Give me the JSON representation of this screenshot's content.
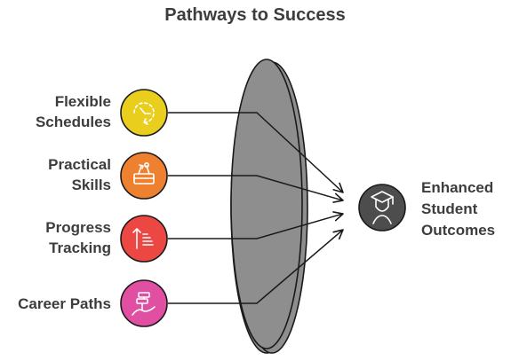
{
  "title": "Pathways to Success",
  "inputs": [
    {
      "label_lines": [
        "Flexible",
        "Schedules"
      ],
      "color": "#E9CE1E",
      "icon": "clock-arrow-icon"
    },
    {
      "label_lines": [
        "Practical",
        "Skills"
      ],
      "color": "#EE8130",
      "icon": "toolbox-icon"
    },
    {
      "label_lines": [
        "Progress",
        "Tracking"
      ],
      "color": "#EC4743",
      "icon": "progress-list-icon"
    },
    {
      "label_lines": [
        "Career Paths"
      ],
      "color": "#E04FA2",
      "icon": "signpost-icon"
    }
  ],
  "lens": {
    "color": "#8E8E8E"
  },
  "output": {
    "label_lines": [
      "Enhanced",
      "Student",
      "Outcomes"
    ],
    "color": "#4D4D4D",
    "icon": "graduate-icon"
  }
}
